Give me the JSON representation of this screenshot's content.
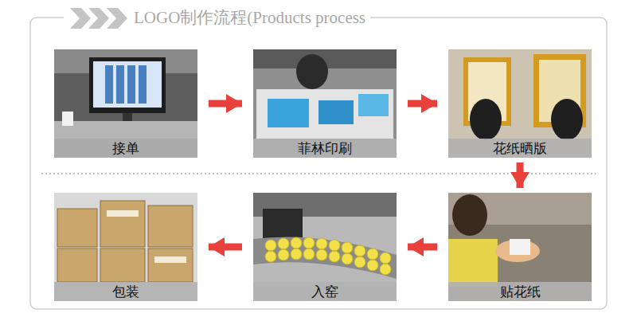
{
  "diagram": {
    "title": "LOGO制作流程(Products process",
    "nodes": [
      {
        "text": [
          "接单"
        ]
      },
      {
        "text": [
          "菲林印刷"
        ]
      },
      {
        "text": [
          "花纸晒版"
        ]
      },
      {
        "text": [
          "贴花纸"
        ]
      },
      {
        "text": [
          "入窑"
        ]
      },
      {
        "text": [
          "包装"
        ]
      }
    ],
    "edges": [
      {
        "from": 0,
        "to": 1,
        "arrow": "to"
      },
      {
        "from": 1,
        "to": 2,
        "arrow": "to"
      },
      {
        "from": 2,
        "to": 3,
        "arrow": "to"
      },
      {
        "from": 3,
        "to": 4,
        "arrow": "to"
      },
      {
        "from": 4,
        "to": 5,
        "arrow": "to"
      }
    ]
  }
}
